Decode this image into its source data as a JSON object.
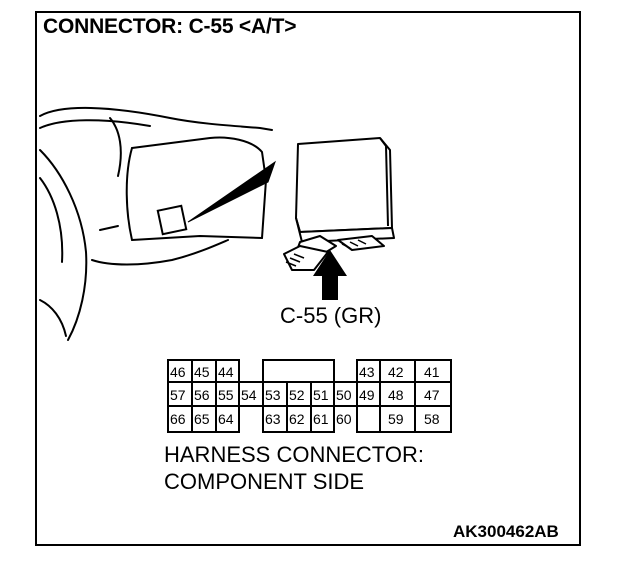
{
  "title": "CONNECTOR: C-55 <A/T>",
  "callout_label": "C-55 (GR)",
  "caption": [
    "HARNESS CONNECTOR:",
    "COMPONENT SIDE"
  ],
  "figure_code": "AK300462AB",
  "pins": {
    "row1_left": [
      "46",
      "45",
      "44"
    ],
    "row1_right": [
      "43",
      "42",
      "41"
    ],
    "row2": [
      "57",
      "56",
      "55",
      "54",
      "53",
      "52",
      "51",
      "50",
      "49",
      "48",
      "47"
    ],
    "row3_left": [
      "66",
      "65",
      "64"
    ],
    "row3_mid": [
      "63",
      "62",
      "61",
      "60"
    ],
    "row3_right": [
      "59",
      "58"
    ]
  }
}
